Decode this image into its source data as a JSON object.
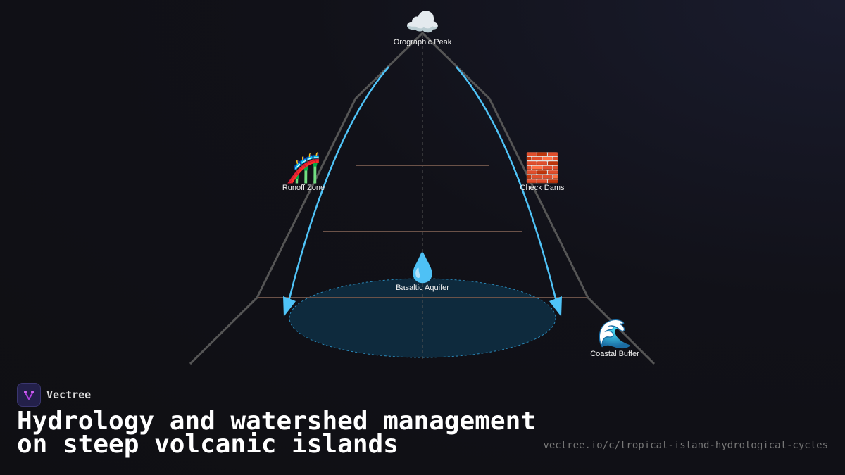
{
  "diagram": {
    "nodes": [
      {
        "label": "Orographic Peak",
        "icon": "cloud",
        "emoji": "☁️"
      },
      {
        "label": "Runoff Zone",
        "icon": "roller-coaster",
        "emoji": "🎢"
      },
      {
        "label": "Check Dams",
        "icon": "brick",
        "emoji": "🧱"
      },
      {
        "label": "Basaltic Aquifer",
        "icon": "droplet",
        "emoji": "💧"
      },
      {
        "label": "Coastal Buffer",
        "icon": "wave",
        "emoji": "🌊"
      }
    ],
    "colors": {
      "terrain": "#555555",
      "flow": "#4fc3f7",
      "aquifer": "#0e2a3d",
      "strata": "#6b5248"
    }
  },
  "brand": {
    "name": "Vectree"
  },
  "title": "Hydrology and watershed management on steep volcanic islands",
  "url": "vectree.io/c/tropical-island-hydrological-cycles"
}
